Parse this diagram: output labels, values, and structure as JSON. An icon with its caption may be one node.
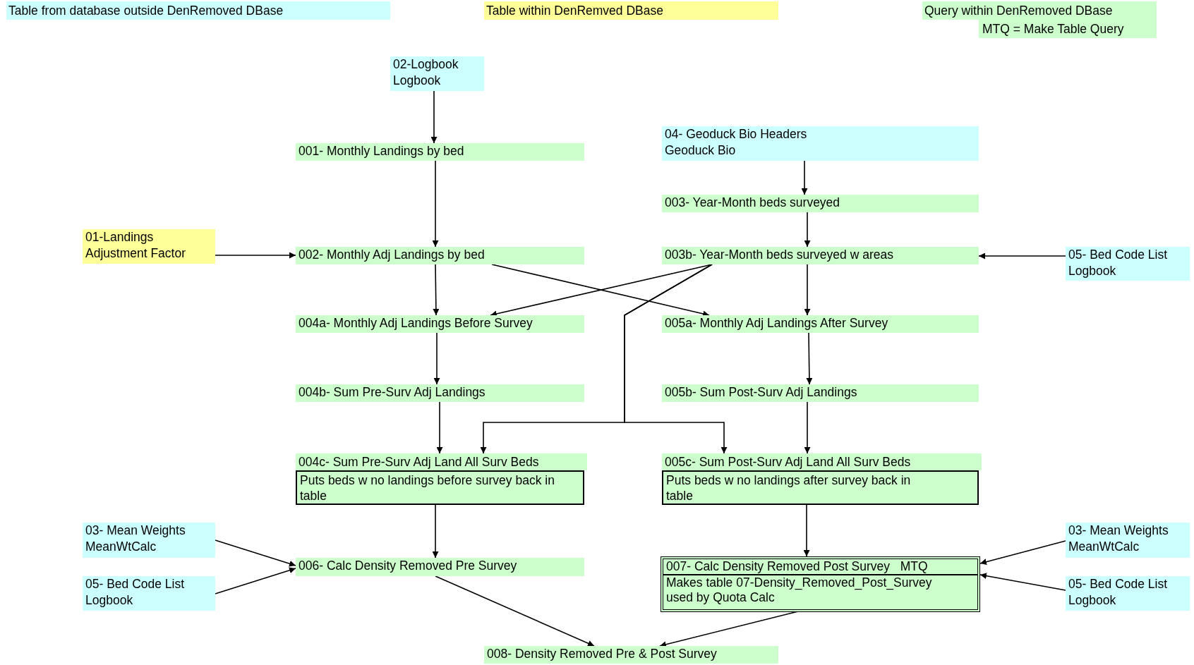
{
  "diagram": {
    "nodes": [
      {
        "text": [
          "02-Logbook",
          "Logbook"
        ]
      },
      {
        "text": [
          "001- Monthly Landings by bed"
        ]
      },
      {
        "text": [
          "04- Geoduck Bio Headers",
          "Geoduck Bio"
        ]
      },
      {
        "text": [
          "003- Year-Month beds surveyed"
        ]
      },
      {
        "text": [
          "01-Landings",
          "Adjustment Factor"
        ]
      },
      {
        "text": [
          "002- Monthly Adj Landings by bed"
        ]
      },
      {
        "text": [
          "003b- Year-Month beds surveyed w areas"
        ]
      },
      {
        "text": [
          "05- Bed Code List",
          "Logbook"
        ]
      },
      {
        "text": [
          "004a- Monthly Adj Landings Before Survey"
        ]
      },
      {
        "text": [
          "005a- Monthly Adj Landings After Survey"
        ]
      },
      {
        "text": [
          "004b- Sum Pre-Surv Adj Landings"
        ]
      },
      {
        "text": [
          "005b- Sum Post-Surv Adj Landings"
        ]
      },
      {
        "text": [
          "004c- Sum Pre-Surv Adj Land All Surv Beds",
          "Puts beds w no landings before survey back in table"
        ]
      },
      {
        "text": [
          "005c- Sum Post-Surv Adj Land All Surv Beds",
          "Puts beds w no landings after survey back in table"
        ]
      },
      {
        "text": [
          "03- Mean Weights",
          "MeanWtCalc"
        ]
      },
      {
        "text": [
          "05- Bed Code List",
          "Logbook"
        ]
      },
      {
        "text": [
          "006- Calc Density Removed Pre Survey"
        ]
      },
      {
        "text": [
          "007- Calc Density Removed Post Survey   MTQ",
          "Makes table 07-Density_Removed_Post_Survey used by Quota Calc"
        ]
      },
      {
        "text": [
          "03- Mean Weights",
          "MeanWtCalc"
        ]
      },
      {
        "text": [
          "05- Bed Code List",
          "Logbook"
        ]
      },
      {
        "text": [
          "008- Density Removed Pre & Post Survey"
        ]
      }
    ],
    "edges": [
      {
        "from": 0,
        "to": 1,
        "arrow": "to"
      },
      {
        "from": 1,
        "to": 5,
        "arrow": "to"
      },
      {
        "from": 2,
        "to": 3,
        "arrow": "to"
      },
      {
        "from": 3,
        "to": 6,
        "arrow": "to"
      },
      {
        "from": 4,
        "to": 5,
        "arrow": "to"
      },
      {
        "from": 7,
        "to": 6,
        "arrow": "to"
      },
      {
        "from": 5,
        "to": 8,
        "arrow": "to"
      },
      {
        "from": 5,
        "to": 9,
        "arrow": "to"
      },
      {
        "from": 6,
        "to": 8,
        "arrow": "to"
      },
      {
        "from": 6,
        "to": 9,
        "arrow": "to"
      },
      {
        "from": 6,
        "to": 12,
        "arrow": "to"
      },
      {
        "from": 6,
        "to": 13,
        "arrow": "to"
      },
      {
        "from": 8,
        "to": 10,
        "arrow": "to"
      },
      {
        "from": 9,
        "to": 11,
        "arrow": "to"
      },
      {
        "from": 10,
        "to": 12,
        "arrow": "to"
      },
      {
        "from": 11,
        "to": 13,
        "arrow": "to"
      },
      {
        "from": 12,
        "to": 16,
        "arrow": "to"
      },
      {
        "from": 13,
        "to": 17,
        "arrow": "to"
      },
      {
        "from": 14,
        "to": 16,
        "arrow": "to"
      },
      {
        "from": 15,
        "to": 16,
        "arrow": "to"
      },
      {
        "from": 16,
        "to": 20,
        "arrow": "to"
      },
      {
        "from": 17,
        "to": 20,
        "arrow": "to"
      },
      {
        "from": 18,
        "to": 17,
        "arrow": "to"
      },
      {
        "from": 19,
        "to": 17,
        "arrow": "to"
      }
    ],
    "labels": [
      "MTQ = Make Table Query"
    ],
    "legend": [
      {
        "text": "Table from database outside DenRemoved DBase",
        "color": "#ccffff"
      },
      {
        "text": "Table within DenRemved DBase",
        "color": "#ffff99"
      },
      {
        "text": "Query within DenRemoved DBase",
        "color": "#ccffcc"
      }
    ]
  }
}
